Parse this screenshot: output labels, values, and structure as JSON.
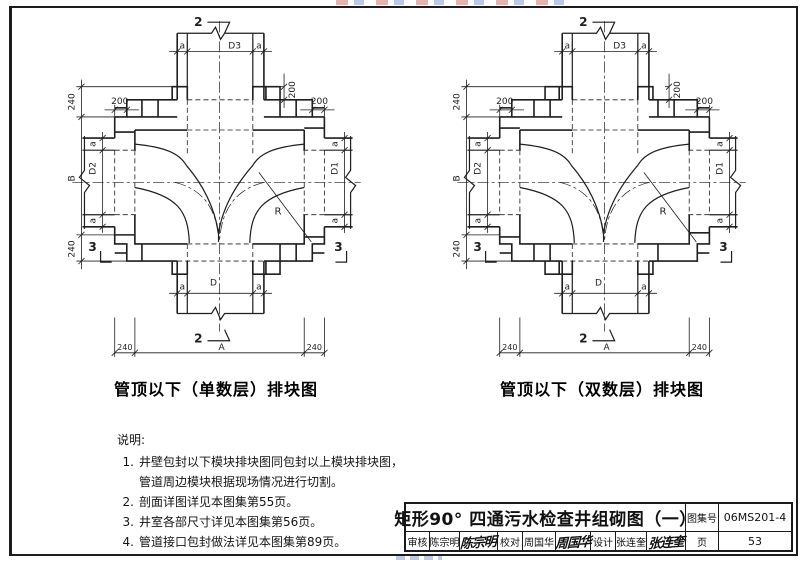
{
  "captions": {
    "left": "管顶以下（单数层）排块图",
    "right": "管顶以下（双数层）排块图"
  },
  "notes": {
    "title": "说明:",
    "rows": [
      {
        "num": "1.",
        "text": "井壁包封以下模块排块图同包封以上模块排块图，"
      },
      {
        "num": "",
        "text": "管道周边模块根据现场情况进行切割。"
      },
      {
        "num": "2.",
        "text": "剖面详图详见本图集第55页。"
      },
      {
        "num": "3.",
        "text": "井室各部尺寸详见本图集第56页。"
      },
      {
        "num": "4.",
        "text": "管道接口包封做法详见本图集第89页。"
      }
    ]
  },
  "diagram_labels": {
    "section_2": "2",
    "section_3": "3",
    "pipe_top": "D3",
    "pipe_bottom": "D",
    "pipe_left": "D2",
    "pipe_right": "D1",
    "offset_a": "a",
    "width_A": "A",
    "height_B": "B",
    "radius_R": "R",
    "dim_200": "200",
    "dim_240": "240"
  },
  "title_block": {
    "title": "矩形90° 四通污水检查井组砌图（一）",
    "atlas_no_label": "图集号",
    "atlas_no": "06MS201-4",
    "page_label": "页",
    "page_no": "53",
    "reviewer_label": "审核",
    "reviewer": "陈宗明",
    "reviewer_sig": "陈宗明",
    "checker_label": "校对",
    "checker": "周国华",
    "checker_sig": "周国华",
    "designer_label": "设计",
    "designer": "张连奎",
    "designer_sig": "张连奎"
  },
  "line_color": "#1f1f1f"
}
